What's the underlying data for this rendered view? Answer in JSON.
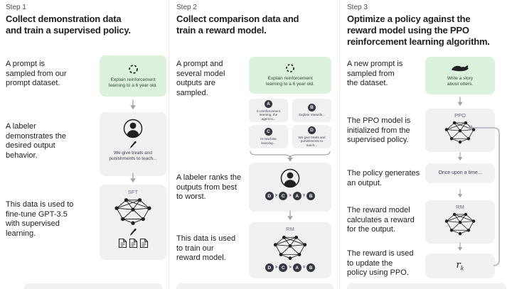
{
  "colors": {
    "background": "#ffffff",
    "prompt_box_green": "#dcf2dd",
    "model_box_gray": "#f1f1f2",
    "dark_accent": "#353740",
    "text": "#202123",
    "arrow_gray": "#a2a2ac"
  },
  "step1": {
    "label": "Step 1",
    "title": "Collect demonstration data\nand train a supervised policy.",
    "texts": {
      "prompt": "A prompt is\nsampled from our\nprompt dataset.",
      "labeler": "A labeler\ndemonstrates the\ndesired output\nbehavior.",
      "finetune": "This data is used to\nfine-tune GPT-3.5\nwith supervised\nlearning."
    },
    "prompt_box_caption": "Explain reinforcement\nlearning to a 6 year old.",
    "labeler_box_caption": "We give treats and\npunishments to teach...",
    "sft_label": "SFT"
  },
  "step2": {
    "label": "Step 2",
    "title": "Collect comparison data and\ntrain a reward model.",
    "texts": {
      "sampled": "A prompt and\nseveral model\noutputs are\nsampled.",
      "ranks": "A labeler ranks the\noutputs from best\nto worst.",
      "train": "This data is used\nto train our\nreward model."
    },
    "prompt_box_caption": "Explain reinforcement\nlearning to a 6 year old.",
    "outputs": [
      {
        "id": "A",
        "text": "In reinforcement\nlearning, the\nagent is..."
      },
      {
        "id": "B",
        "text": "Explain rewards..."
      },
      {
        "id": "C",
        "text": "In machine\nlearning..."
      },
      {
        "id": "D",
        "text": "We give treats and\npunishments to\nteach..."
      }
    ],
    "ranking": [
      "D",
      ">",
      "C",
      ">",
      "A",
      "=",
      "B"
    ],
    "rm_label": "RM"
  },
  "step3": {
    "label": "Step 3",
    "title": "Optimize a policy against the\nreward model using the PPO\nreinforcement learning algorithm.",
    "texts": {
      "prompt": "A new prompt is\nsampled from\nthe dataset.",
      "ppo": "The PPO model is\ninitialized from the\nsupervised policy.",
      "output": "The policy generates\nan output.",
      "reward": "The reward model\ncalculates a reward\nfor the output.",
      "update": "The reward is used\nto update the\npolicy using PPO."
    },
    "prompt_box_caption": "Write a story\nabout otters.",
    "ppo_label": "PPO",
    "output_box_caption": "Once upon a time...",
    "rm_label": "RM",
    "reward_symbol": "r",
    "reward_subscript": "k"
  }
}
